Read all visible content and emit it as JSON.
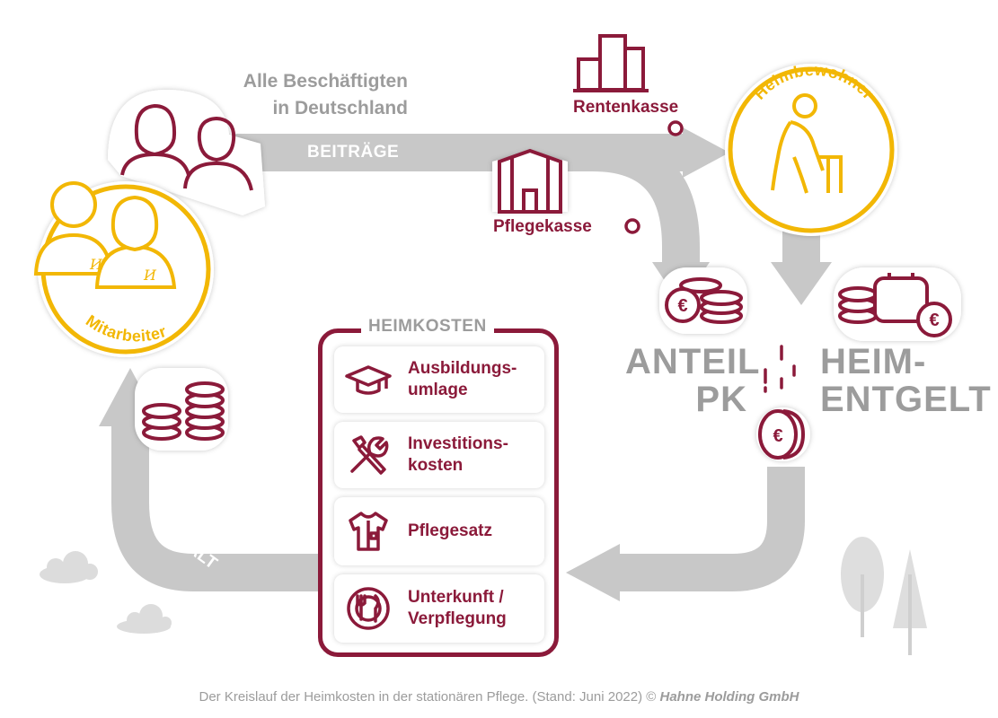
{
  "top_label": {
    "line1": "Alle Beschäftigten",
    "line2": "in Deutschland"
  },
  "beitraege": "BEITRÄGE",
  "rentenkasse": "Rentenkasse",
  "pflegekasse": "Pflegekasse",
  "heimbewohner": "Heimbewohner",
  "mitarbeiter": "Mitarbeiter",
  "anteil": {
    "line1": "ANTEIL",
    "line2": "PK"
  },
  "heimentgelt": {
    "line1": "HEIM-",
    "line2": "ENTGELT"
  },
  "gehalt": "GEHALT",
  "heimkosten": {
    "title": "HEIMKOSTEN",
    "items": [
      {
        "label": "Ausbildungs-\numlage",
        "icon": "graduation-cap-icon"
      },
      {
        "label": "Investitions-\nkosten",
        "icon": "tools-icon"
      },
      {
        "label": "Pflegesatz",
        "icon": "shirt-icon"
      },
      {
        "label": "Unterkunft /\nVerpflegung",
        "icon": "plate-cutlery-icon"
      }
    ]
  },
  "caption": {
    "text": "Der Kreislauf der Heimkosten in der stationären Pflege. (Stand: Juni 2022) © ",
    "brand": "Hahne Holding GmbH"
  },
  "colors": {
    "maroon": "#8b1a3a",
    "yellow": "#f2b705",
    "grey": "#c8c8c8",
    "text_grey": "#9c9c9c"
  }
}
